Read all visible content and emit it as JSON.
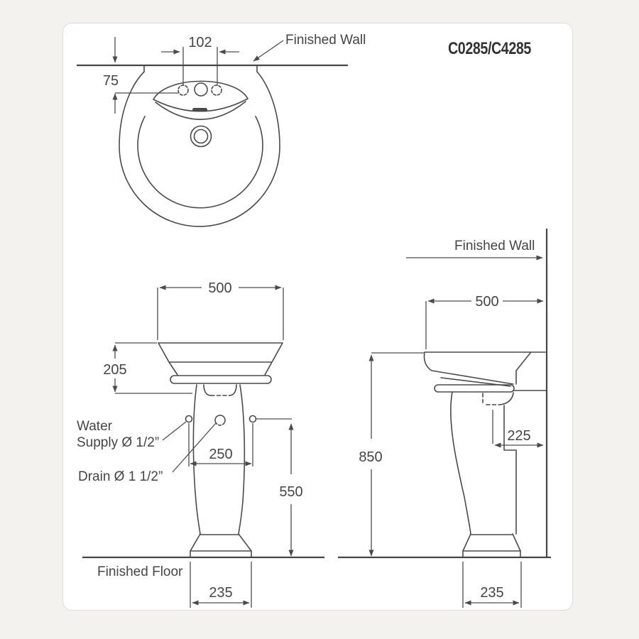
{
  "page": {
    "model_code": "C0285/C4285"
  },
  "colors": {
    "line": "#4a4a4a",
    "text": "#454545",
    "model_text": "#333333",
    "background": "#f3f2ef",
    "card": "#ffffff",
    "card_border": "#dedcd9"
  },
  "views": {
    "top": {
      "title": "basin plan view",
      "labels": {
        "finished_wall": "Finished Wall"
      },
      "dims": {
        "faucet_hole_spacing": "102",
        "wall_to_hole_centers": "75"
      }
    },
    "front": {
      "title": "pedestal basin front view",
      "labels": {
        "water_line1": "Water",
        "water_line2": "Supply Ø 1/2”",
        "drain": "Drain Ø 1 1/2”",
        "finished_floor": "Finished Floor"
      },
      "dims": {
        "basin_width": "500",
        "basin_height": "205",
        "supply_hole_spacing": "250",
        "supply_height": "550",
        "base_width": "235"
      }
    },
    "side": {
      "title": "pedestal basin side view",
      "labels": {
        "finished_wall": "Finished Wall"
      },
      "dims": {
        "depth": "500",
        "height": "850",
        "drain_to_wall": "225",
        "base_depth": "235"
      }
    }
  }
}
